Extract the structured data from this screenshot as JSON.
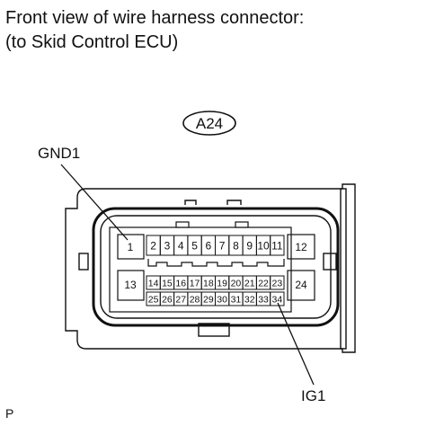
{
  "title_line1": "Front view of wire harness connector:",
  "title_line2": "(to Skid Control ECU)",
  "connector_code": "A24",
  "callouts": {
    "top_left": "GND1",
    "bottom_right": "IG1"
  },
  "footnote": "P",
  "pins": {
    "big": [
      "1",
      "12",
      "13",
      "24"
    ],
    "row1": [
      "2",
      "3",
      "4",
      "5",
      "6",
      "7",
      "8",
      "9",
      "10",
      "11"
    ],
    "row2": [
      "14",
      "15",
      "16",
      "17",
      "18",
      "19",
      "20",
      "21",
      "22",
      "23"
    ],
    "row3": [
      "25",
      "26",
      "27",
      "28",
      "29",
      "30",
      "31",
      "32",
      "33",
      "34"
    ]
  }
}
